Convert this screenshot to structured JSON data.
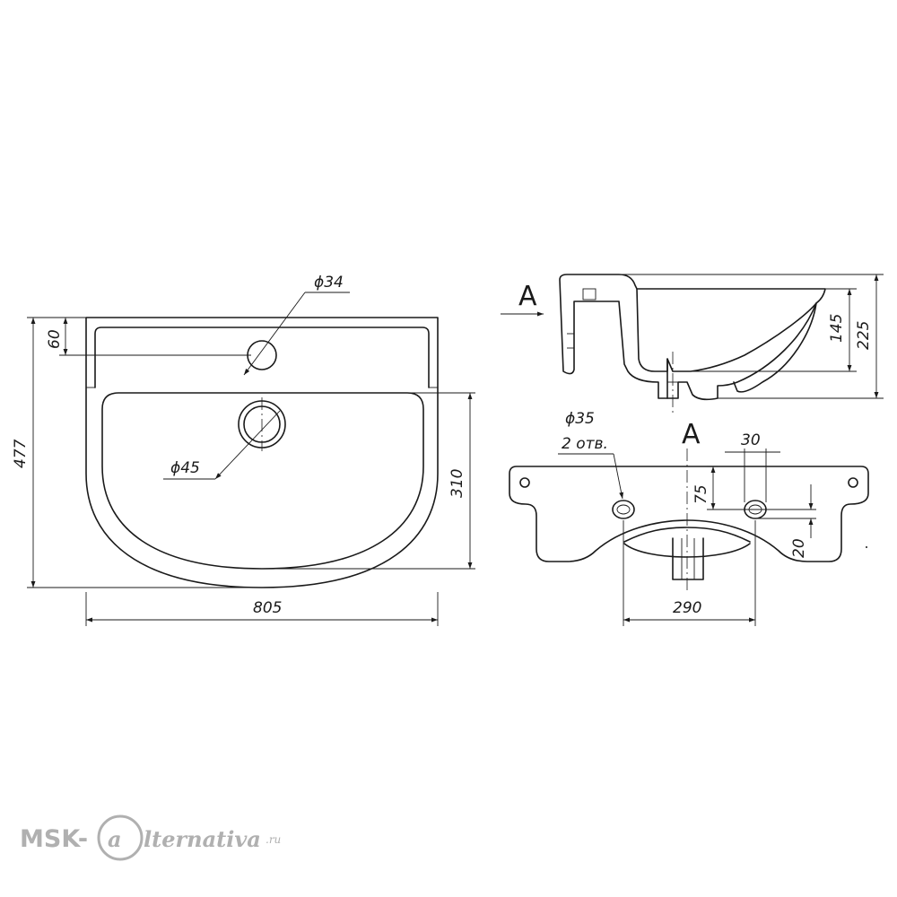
{
  "dimensions": {
    "hole_tap_diameter": "ϕ34",
    "drain_diameter": "ϕ45",
    "width_total": "805",
    "depth_total": "477",
    "back_ledge": "60",
    "bowl_depth": "310",
    "height_inner": "145",
    "height_total": "225",
    "mount_hole_diameter": "ϕ35",
    "mount_hole_count": "2 отв.",
    "mount_hole_size": "30",
    "mount_offset_vertical": "75",
    "mount_hole_height": "20",
    "mount_spacing": "290"
  },
  "view_labels": {
    "section_arrow": "A",
    "section_view": "A"
  },
  "watermark": {
    "prefix": "MSK-",
    "letter": "a",
    "suffix": "lternativa",
    "domain": ".ru"
  }
}
